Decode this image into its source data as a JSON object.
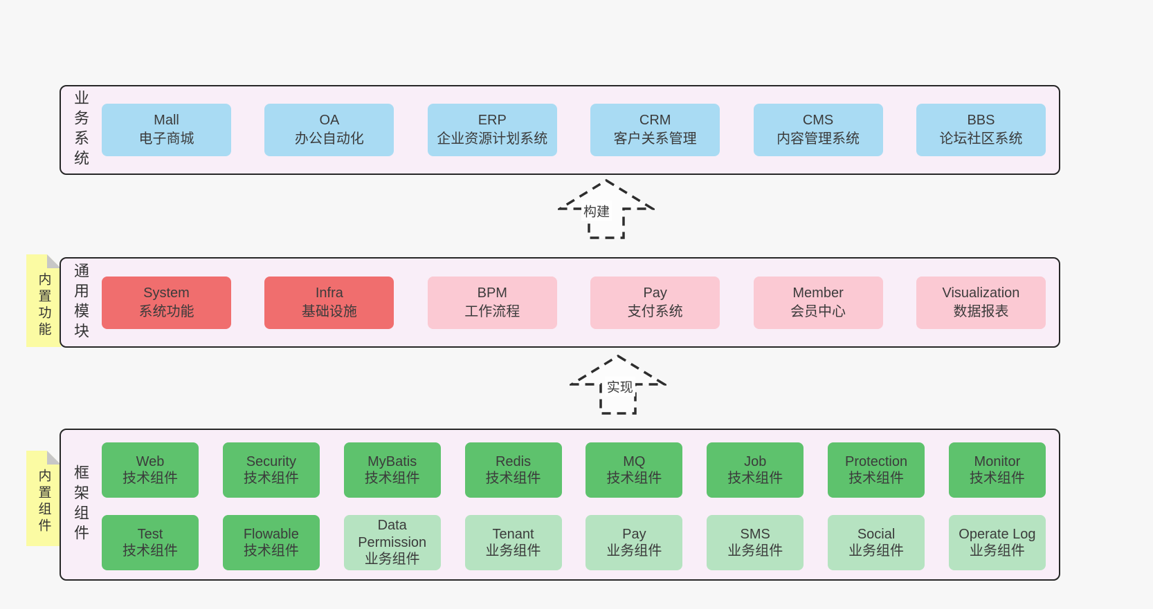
{
  "colors": {
    "page_bg": "#f7f7f7",
    "band_bg": "#f9eef8",
    "band_border": "#262626",
    "blue_box": "#a9dbf3",
    "red_box": "#f06e6e",
    "pink_box": "#fbc9d3",
    "green_box": "#5ec26d",
    "green_light_box": "#b6e3c1",
    "note_yellow": "#fbfba3",
    "note_fold_gray": "#c7c7c7",
    "text": "#3b3b3b"
  },
  "bands": [
    {
      "label": "业务系统",
      "boxes": [
        {
          "name": "Mall",
          "desc": "电子商城",
          "variant": "blue"
        },
        {
          "name": "OA",
          "desc": "办公自动化",
          "variant": "blue"
        },
        {
          "name": "ERP",
          "desc": "企业资源计划系统",
          "variant": "blue"
        },
        {
          "name": "CRM",
          "desc": "客户关系管理",
          "variant": "blue"
        },
        {
          "name": "CMS",
          "desc": "内容管理系统",
          "variant": "blue"
        },
        {
          "name": "BBS",
          "desc": "论坛社区系统",
          "variant": "blue"
        }
      ]
    },
    {
      "label": "通用模块",
      "note": "内置功能",
      "boxes": [
        {
          "name": "System",
          "desc": "系统功能",
          "variant": "red"
        },
        {
          "name": "Infra",
          "desc": "基础设施",
          "variant": "red"
        },
        {
          "name": "BPM",
          "desc": "工作流程",
          "variant": "pink"
        },
        {
          "name": "Pay",
          "desc": "支付系统",
          "variant": "pink"
        },
        {
          "name": "Member",
          "desc": "会员中心",
          "variant": "pink"
        },
        {
          "name": "Visualization",
          "desc": "数据报表",
          "variant": "pink"
        }
      ]
    },
    {
      "label": "框架组件",
      "note": "内置组件",
      "rows": [
        [
          {
            "name": "Web",
            "desc": "技术组件",
            "variant": "green"
          },
          {
            "name": "Security",
            "desc": "技术组件",
            "variant": "green"
          },
          {
            "name": "MyBatis",
            "desc": "技术组件",
            "variant": "green"
          },
          {
            "name": "Redis",
            "desc": "技术组件",
            "variant": "green"
          },
          {
            "name": "MQ",
            "desc": "技术组件",
            "variant": "green"
          },
          {
            "name": "Job",
            "desc": "技术组件",
            "variant": "green"
          },
          {
            "name": "Protection",
            "desc": "技术组件",
            "variant": "green"
          },
          {
            "name": "Monitor",
            "desc": "技术组件",
            "variant": "green"
          }
        ],
        [
          {
            "name": "Test",
            "desc": "技术组件",
            "variant": "green"
          },
          {
            "name": "Flowable",
            "desc": "技术组件",
            "variant": "green"
          },
          {
            "name": "Data Permission",
            "desc": "业务组件",
            "variant": "green-light"
          },
          {
            "name": "Tenant",
            "desc": "业务组件",
            "variant": "green-light"
          },
          {
            "name": "Pay",
            "desc": "业务组件",
            "variant": "green-light"
          },
          {
            "name": "SMS",
            "desc": "业务组件",
            "variant": "green-light"
          },
          {
            "name": "Social",
            "desc": "业务组件",
            "variant": "green-light"
          },
          {
            "name": "Operate Log",
            "desc": "业务组件",
            "variant": "green-light"
          }
        ]
      ]
    }
  ],
  "arrows": [
    {
      "label": "构建"
    },
    {
      "label": "实现"
    }
  ]
}
